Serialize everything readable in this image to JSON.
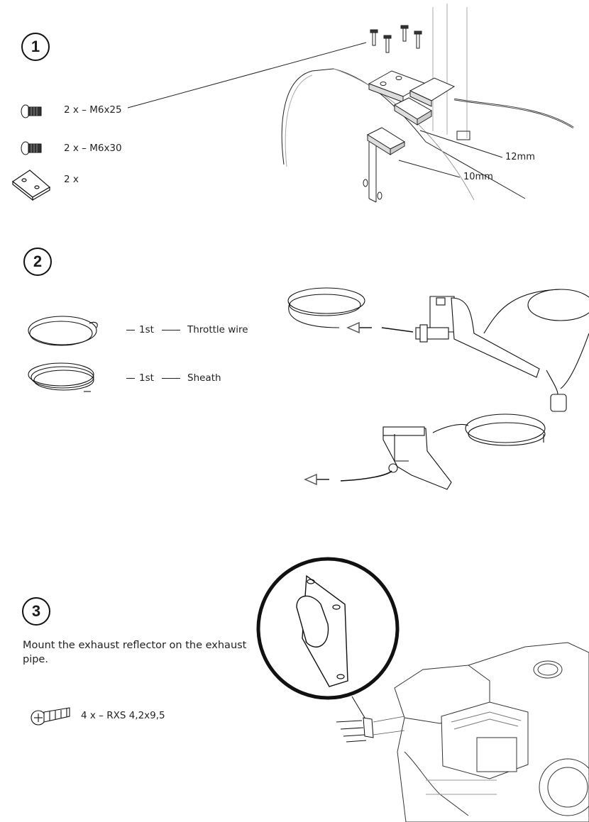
{
  "steps": [
    {
      "number": "1",
      "parts": [
        {
          "icon": "screw-icon",
          "label": "2 x – M6x25"
        },
        {
          "icon": "screw-icon",
          "label": "2 x – M6x30"
        },
        {
          "icon": "spacer-plate-icon",
          "label": "2 x"
        }
      ],
      "callouts": [
        "12mm",
        "10mm"
      ]
    },
    {
      "number": "2",
      "parts": [
        {
          "icon": "wire-coil-icon",
          "order": "1st",
          "label": "Throttle wire"
        },
        {
          "icon": "sheath-coil-icon",
          "order": "1st",
          "label": "Sheath"
        }
      ]
    },
    {
      "number": "3",
      "description": "Mount the exhaust reflector on the exhaust pipe.",
      "parts": [
        {
          "icon": "screw-icon",
          "label": "4 x – RXS 4,2x9,5"
        }
      ]
    }
  ]
}
